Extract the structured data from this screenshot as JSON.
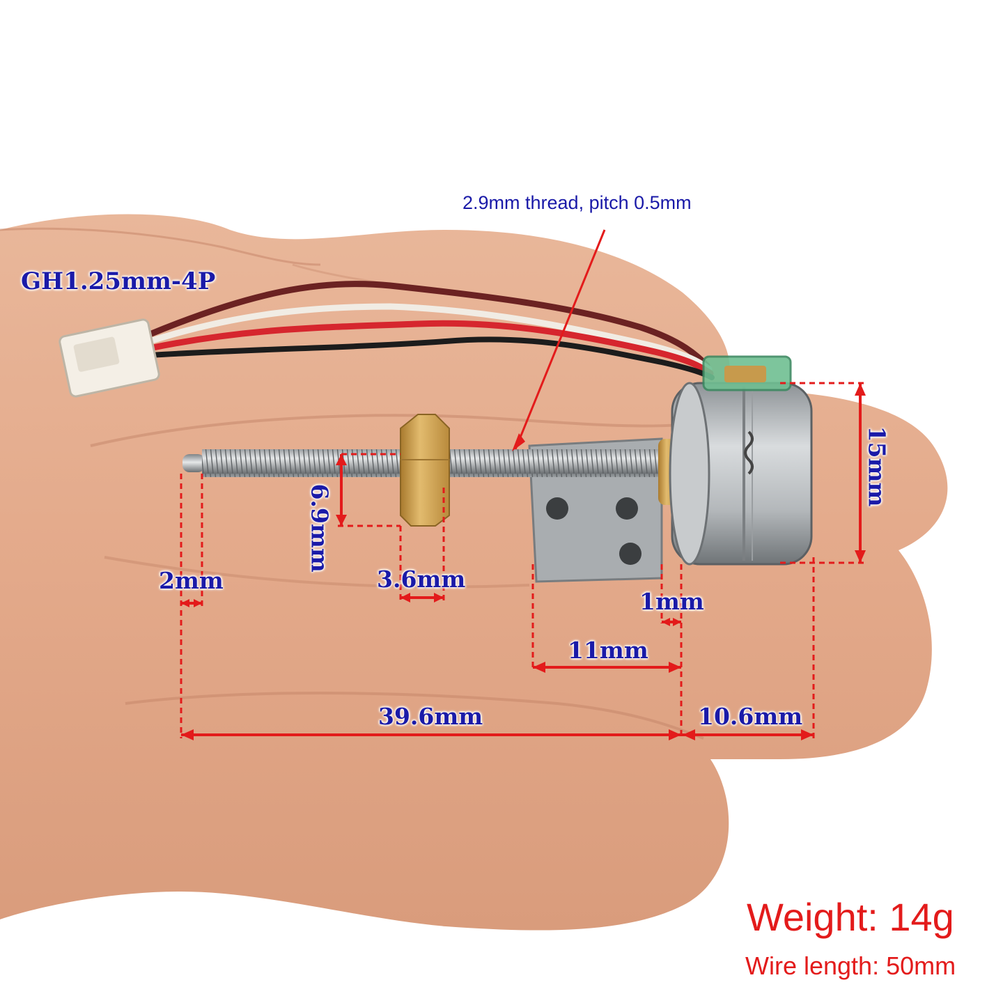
{
  "image": {
    "subject": "micro linear stepper motor on palm",
    "colors": {
      "dimension_lines": "#e31b1b",
      "dimension_text": "#1a1aa8",
      "spec_text": "#e31b1b",
      "skin": "#e8b394",
      "brass": "#c99a4a",
      "steel": "#b8bcc0"
    }
  },
  "labels": {
    "connector": "GH1.25mm-4P",
    "thread": "2.9mm thread, pitch 0.5mm",
    "nut_height": "6.9mm",
    "motor_diameter": "15mm",
    "shaft_tip": "2mm",
    "nut_width": "3.6mm",
    "bracket_gap": "1mm",
    "bracket_length": "11mm",
    "screw_length": "39.6mm",
    "motor_length": "10.6mm"
  },
  "specs": {
    "weight": "Weight: 14g",
    "wire_length": "Wire length: 50mm"
  }
}
